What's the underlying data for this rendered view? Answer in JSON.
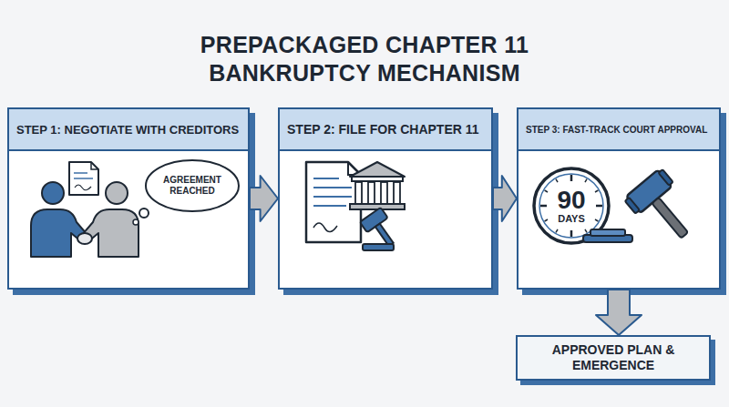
{
  "diagram": {
    "title": "PREPACKAGED CHAPTER 11 BANKRUPTCY MECHANISM",
    "nodes": [
      {
        "text": [
          "STEP 1: NEGOTIATE WITH CREDITORS"
        ]
      },
      {
        "text": [
          "AGREEMENT REACHED"
        ],
        "in": 0
      },
      {
        "text": [
          "STEP 2: FILE FOR CHAPTER 11"
        ]
      },
      {
        "text": [
          "STEP 3: FAST-TRACK COURT APPROVAL"
        ]
      },
      {
        "text": [
          "90",
          "DAYS"
        ],
        "in": 3
      },
      {
        "text": [
          "APPROVED PLAN & EMERGENCE"
        ]
      }
    ],
    "edges": [
      {
        "from": 0,
        "to": 2,
        "arrow": "to"
      },
      {
        "from": 2,
        "to": 3,
        "arrow": "to"
      },
      {
        "from": 3,
        "to": 5,
        "arrow": "to"
      }
    ]
  }
}
